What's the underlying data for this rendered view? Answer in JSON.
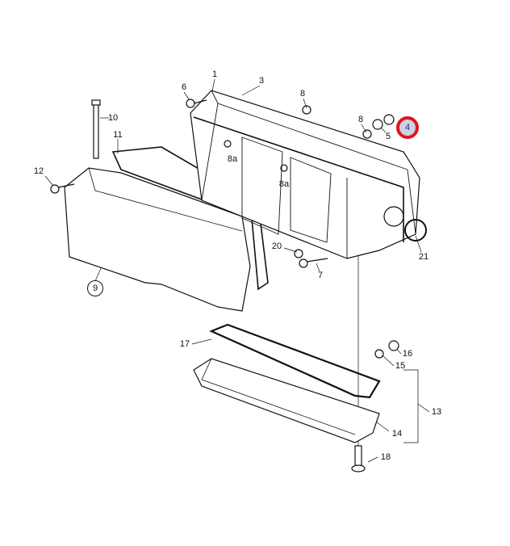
{
  "diagram": {
    "highlight_color": "#e0141e",
    "highlighted_part": "4",
    "callouts": [
      {
        "label": "1"
      },
      {
        "label": "3"
      },
      {
        "label": "6"
      },
      {
        "label": "8"
      },
      {
        "label": "8"
      },
      {
        "label": "5"
      },
      {
        "label": "4"
      },
      {
        "label": "10"
      },
      {
        "label": "11"
      },
      {
        "label": "12"
      },
      {
        "label": "8a"
      },
      {
        "label": "8a"
      },
      {
        "label": "21"
      },
      {
        "label": "20"
      },
      {
        "label": "7"
      },
      {
        "label": "9"
      },
      {
        "label": "17"
      },
      {
        "label": "16"
      },
      {
        "label": "15"
      },
      {
        "label": "13"
      },
      {
        "label": "14"
      },
      {
        "label": "18"
      }
    ]
  }
}
